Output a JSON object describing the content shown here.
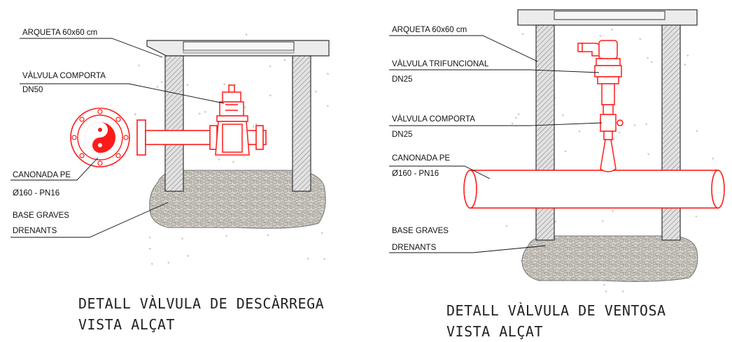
{
  "left": {
    "labels": {
      "arqueta": "ARQUETA 60x60 cm",
      "valvula_comporta": "VÀLVULA COMPORTA",
      "valvula_comporta_dn": "DN50",
      "canonada": "CANONADA PE",
      "canonada_spec": "Ø160 - PN16",
      "base_1": "BASE GRAVES",
      "base_2": "DRENANTS"
    },
    "title_1": "DETALL VÀLVULA DE DESCÀRREGA",
    "title_2": "VISTA ALÇAT"
  },
  "right": {
    "labels": {
      "arqueta": "ARQUETA 60x60 cm",
      "valvula_trifuncional": "VÀLVULA TRIFUNCIONAL",
      "valvula_trifuncional_dn": "DN25",
      "valvula_comporta": "VÀLVULA COMPORTA",
      "valvula_comporta_dn": "DN25",
      "canonada": "CANONADA PE",
      "canonada_spec": "Ø160 - PN16",
      "base_1": "BASE GRAVES",
      "base_2": "DRENANTS"
    },
    "title_1": "DETALL VÀLVULA DE VENTOSA",
    "title_2": "VISTA ALÇAT"
  },
  "colors": {
    "pipe_red": "#ff1a1a",
    "wall_hatch": "#555555",
    "gravel": "#bdb9b2",
    "soil_dots": "#c8b89a"
  }
}
